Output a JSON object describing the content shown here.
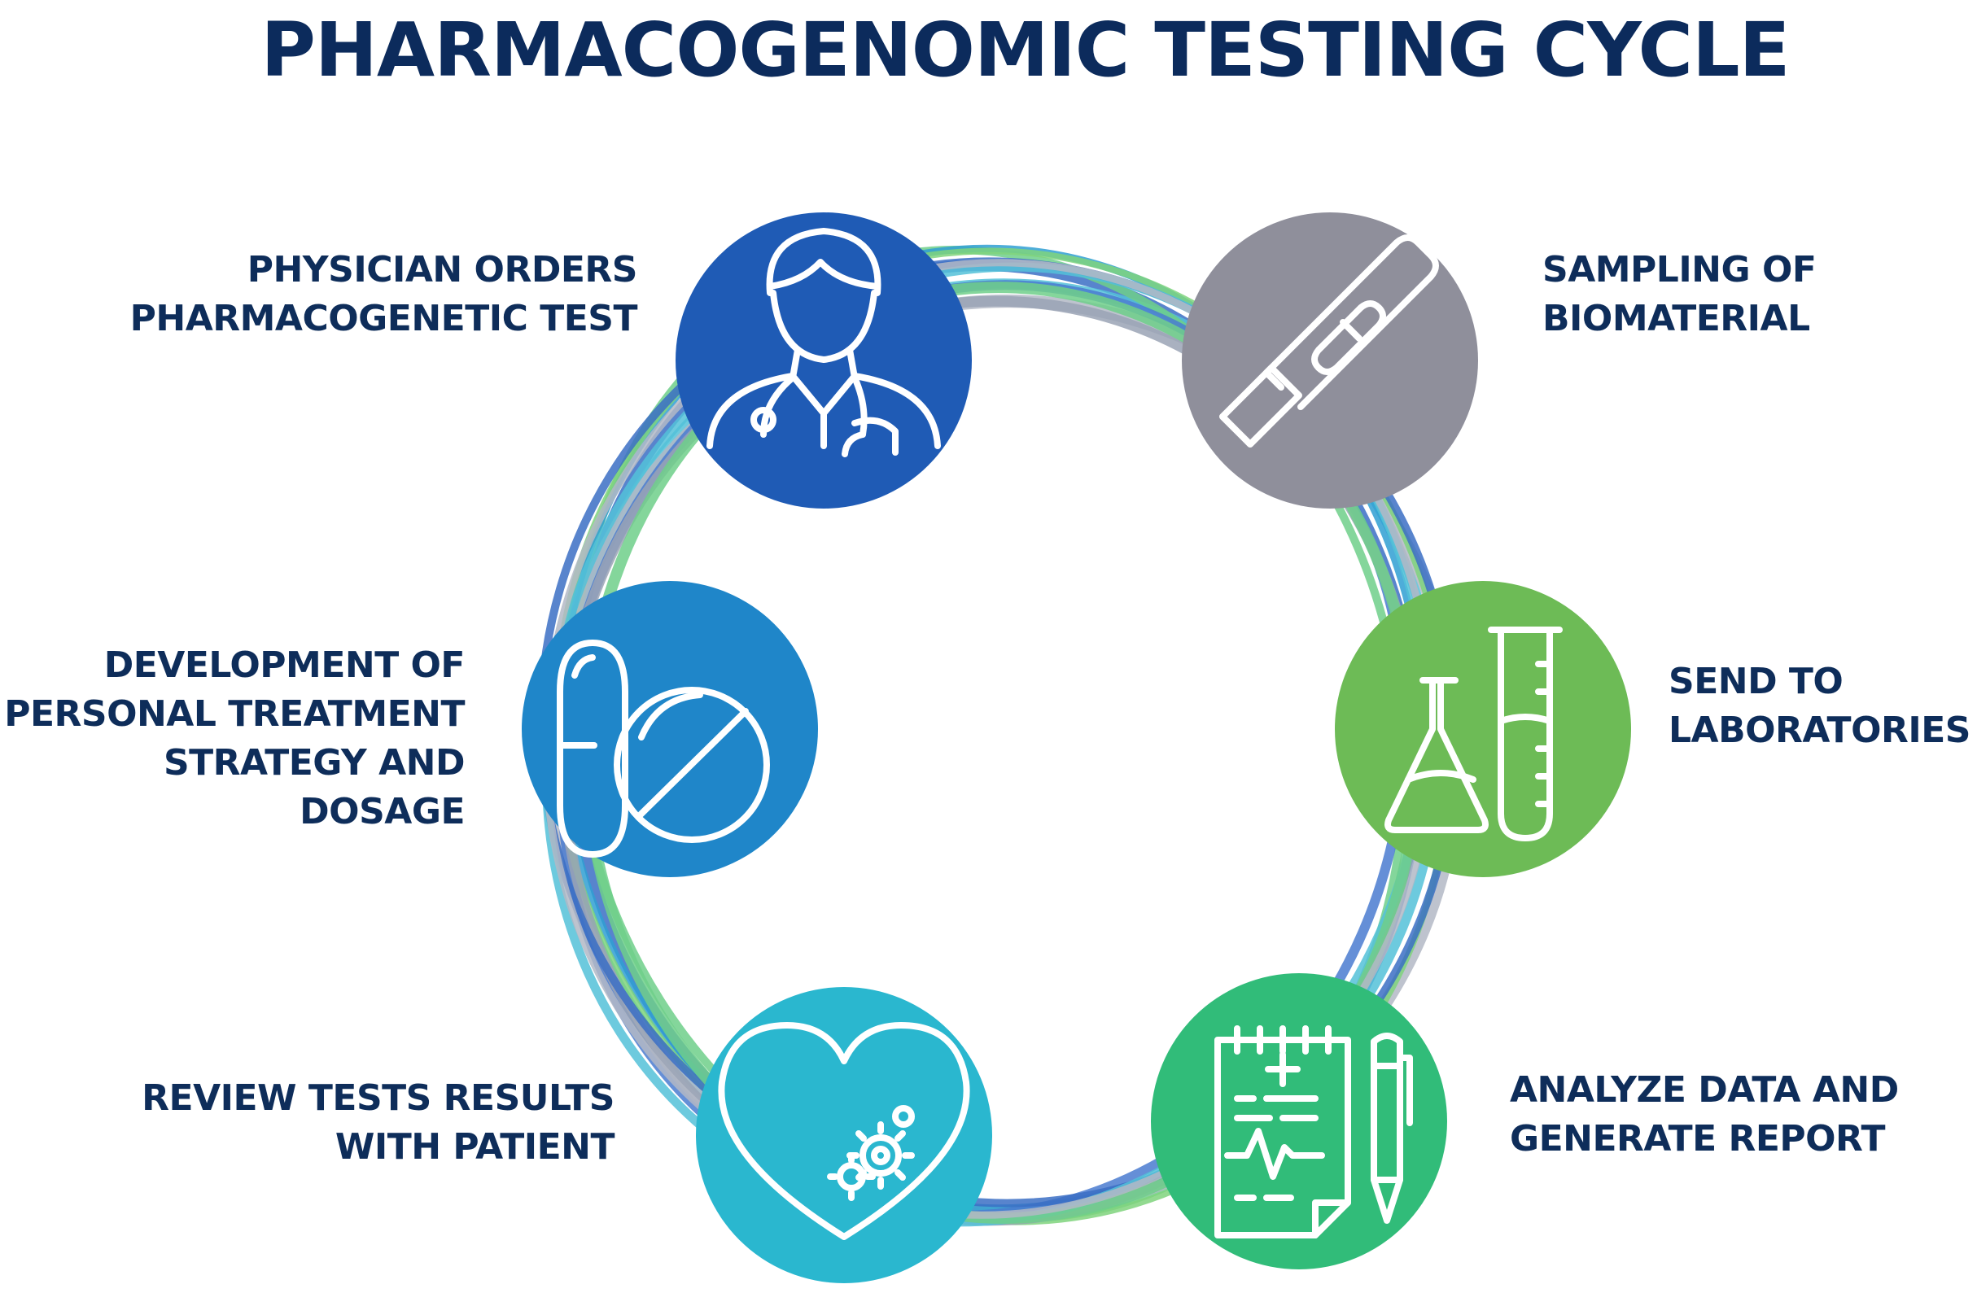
{
  "title": "PHARMACOGENOMIC TESTING CYCLE",
  "steps": [
    {
      "icon": "doctor-icon",
      "color": "#1f5bb5",
      "lines": [
        "PHYSICIAN ORDERS",
        "PHARMACOGENETIC TEST"
      ]
    },
    {
      "icon": "test-strip-icon",
      "color": "#8f8f9b",
      "lines": [
        "SAMPLING OF",
        "BIOMATERIAL"
      ]
    },
    {
      "icon": "lab-flask-icon",
      "color": "#6dbb56",
      "lines": [
        "SEND TO",
        "LABORATORIES"
      ]
    },
    {
      "icon": "report-pen-icon",
      "color": "#31bc79",
      "lines": [
        "ANALYZE DATA AND",
        "GENERATE REPORT"
      ]
    },
    {
      "icon": "heart-gears-icon",
      "color": "#2ab7cf",
      "lines": [
        "REVIEW TESTS RESULTS",
        "WITH PATIENT"
      ]
    },
    {
      "icon": "pills-icon",
      "color": "#1f86c9",
      "lines": [
        "DEVELOPMENT OF",
        "PERSONAL TREATMENT",
        "STRATEGY AND",
        "DOSAGE"
      ]
    }
  ],
  "ring_colors": [
    "#3b6fc4",
    "#53c1d8",
    "#6fcf8a",
    "#b3b8c6",
    "#2f9fd2",
    "#4a7bd0",
    "#7fd47d",
    "#9aa3b5"
  ]
}
